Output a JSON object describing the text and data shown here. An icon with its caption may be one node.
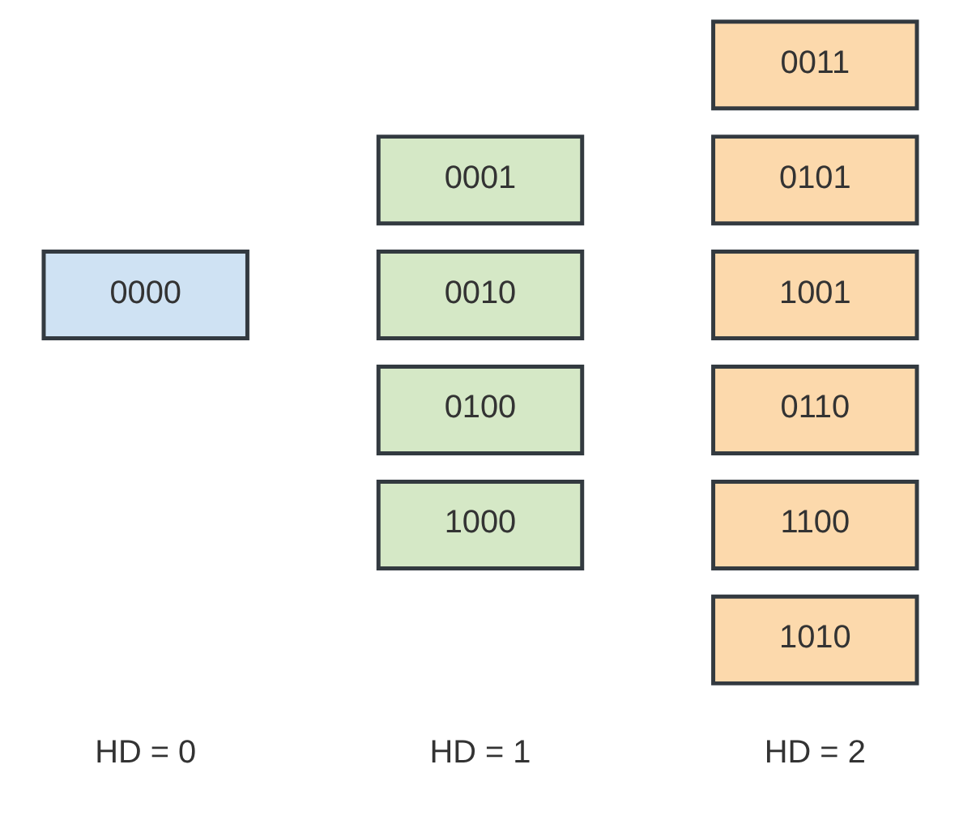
{
  "diagram": {
    "nodes": [
      {
        "text": [
          "0000"
        ]
      },
      {
        "text": [
          "0001"
        ]
      },
      {
        "text": [
          "0010"
        ]
      },
      {
        "text": [
          "0100"
        ]
      },
      {
        "text": [
          "1000"
        ]
      },
      {
        "text": [
          "0011"
        ]
      },
      {
        "text": [
          "0101"
        ]
      },
      {
        "text": [
          "1001"
        ]
      },
      {
        "text": [
          "0110"
        ]
      },
      {
        "text": [
          "1100"
        ]
      },
      {
        "text": [
          "1010"
        ]
      }
    ],
    "edges": [],
    "labels": [
      "HD = 0",
      "HD = 1",
      "HD = 2"
    ]
  }
}
